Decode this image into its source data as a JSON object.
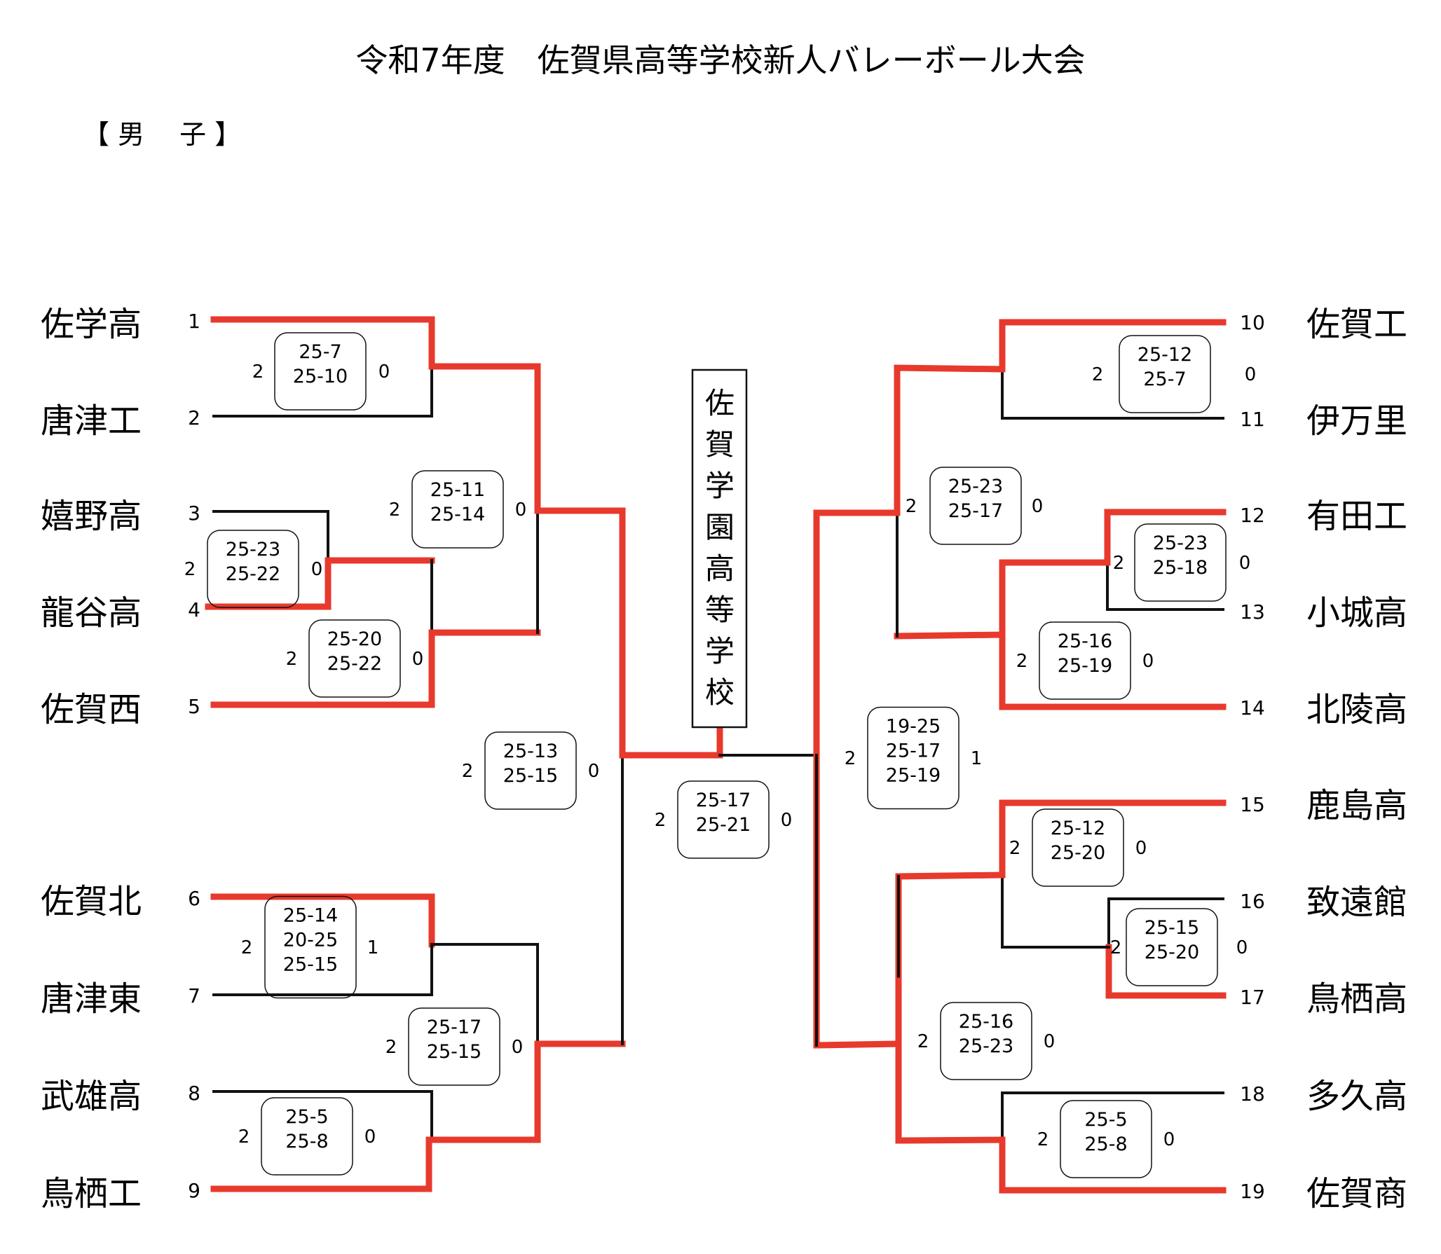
{
  "title": "令和7年度　佐賀県高等学校新人バレーボール大会",
  "section": "【 男　 子 】",
  "champion": "佐賀学園高等学校",
  "colors": {
    "winner_line": "#e8392d",
    "line": "#111111",
    "background": "#ffffff"
  },
  "left_teams": [
    {
      "seed": "1",
      "name": "佐学高"
    },
    {
      "seed": "2",
      "name": "唐津工"
    },
    {
      "seed": "3",
      "name": "嬉野高"
    },
    {
      "seed": "4",
      "name": "龍谷高"
    },
    {
      "seed": "5",
      "name": "佐賀西"
    },
    {
      "seed": "6",
      "name": "佐賀北"
    },
    {
      "seed": "7",
      "name": "唐津東"
    },
    {
      "seed": "8",
      "name": "武雄高"
    },
    {
      "seed": "9",
      "name": "鳥栖工"
    }
  ],
  "right_teams": [
    {
      "seed": "10",
      "name": "佐賀工"
    },
    {
      "seed": "11",
      "name": "伊万里"
    },
    {
      "seed": "12",
      "name": "有田工"
    },
    {
      "seed": "13",
      "name": "小城高"
    },
    {
      "seed": "14",
      "name": "北陵高"
    },
    {
      "seed": "15",
      "name": "鹿島高"
    },
    {
      "seed": "16",
      "name": "致遠館"
    },
    {
      "seed": "17",
      "name": "鳥栖高"
    },
    {
      "seed": "18",
      "name": "多久高"
    },
    {
      "seed": "19",
      "name": "佐賀商"
    }
  ],
  "matches": [
    {
      "id": "m1-2",
      "a": "2",
      "b": "0",
      "sets": [
        "25-7",
        "25-10"
      ]
    },
    {
      "id": "m3-4",
      "a": "2",
      "b": "0",
      "sets": [
        "25-23",
        "25-22"
      ]
    },
    {
      "id": "m-l-r2a",
      "a": "2",
      "b": "0",
      "sets": [
        "25-11",
        "25-14"
      ]
    },
    {
      "id": "m-l-r2b",
      "a": "2",
      "b": "0",
      "sets": [
        "25-20",
        "25-22"
      ]
    },
    {
      "id": "m-l-semi",
      "a": "2",
      "b": "0",
      "sets": [
        "25-13",
        "25-15"
      ]
    },
    {
      "id": "m6-7",
      "a": "2",
      "b": "1",
      "sets": [
        "25-14",
        "20-25",
        "25-15"
      ]
    },
    {
      "id": "m-l-r2c",
      "a": "2",
      "b": "0",
      "sets": [
        "25-17",
        "25-15"
      ]
    },
    {
      "id": "m8-9",
      "a": "2",
      "b": "0",
      "sets": [
        "25-5",
        "25-8"
      ]
    },
    {
      "id": "m-final",
      "a": "2",
      "b": "0",
      "sets": [
        "25-17",
        "25-21"
      ]
    },
    {
      "id": "m10-11",
      "a": "2",
      "b": "0",
      "sets": [
        "25-12",
        "25-7"
      ]
    },
    {
      "id": "m-r-r2a",
      "a": "2",
      "b": "0",
      "sets": [
        "25-23",
        "25-17"
      ]
    },
    {
      "id": "m12-13",
      "a": "2",
      "b": "0",
      "sets": [
        "25-23",
        "25-18"
      ]
    },
    {
      "id": "m-r-r2b",
      "a": "2",
      "b": "0",
      "sets": [
        "25-16",
        "25-19"
      ]
    },
    {
      "id": "m-r-semi",
      "a": "2",
      "b": "1",
      "sets": [
        "19-25",
        "25-17",
        "25-19"
      ]
    },
    {
      "id": "m-r-r2c",
      "a": "2",
      "b": "0",
      "sets": [
        "25-12",
        "25-20"
      ]
    },
    {
      "id": "m16-17",
      "a": "2",
      "b": "0",
      "sets": [
        "25-15",
        "25-20"
      ]
    },
    {
      "id": "m-r-r2d",
      "a": "2",
      "b": "0",
      "sets": [
        "25-16",
        "25-23"
      ]
    },
    {
      "id": "m18-19",
      "a": "2",
      "b": "0",
      "sets": [
        "25-5",
        "25-8"
      ]
    }
  ]
}
